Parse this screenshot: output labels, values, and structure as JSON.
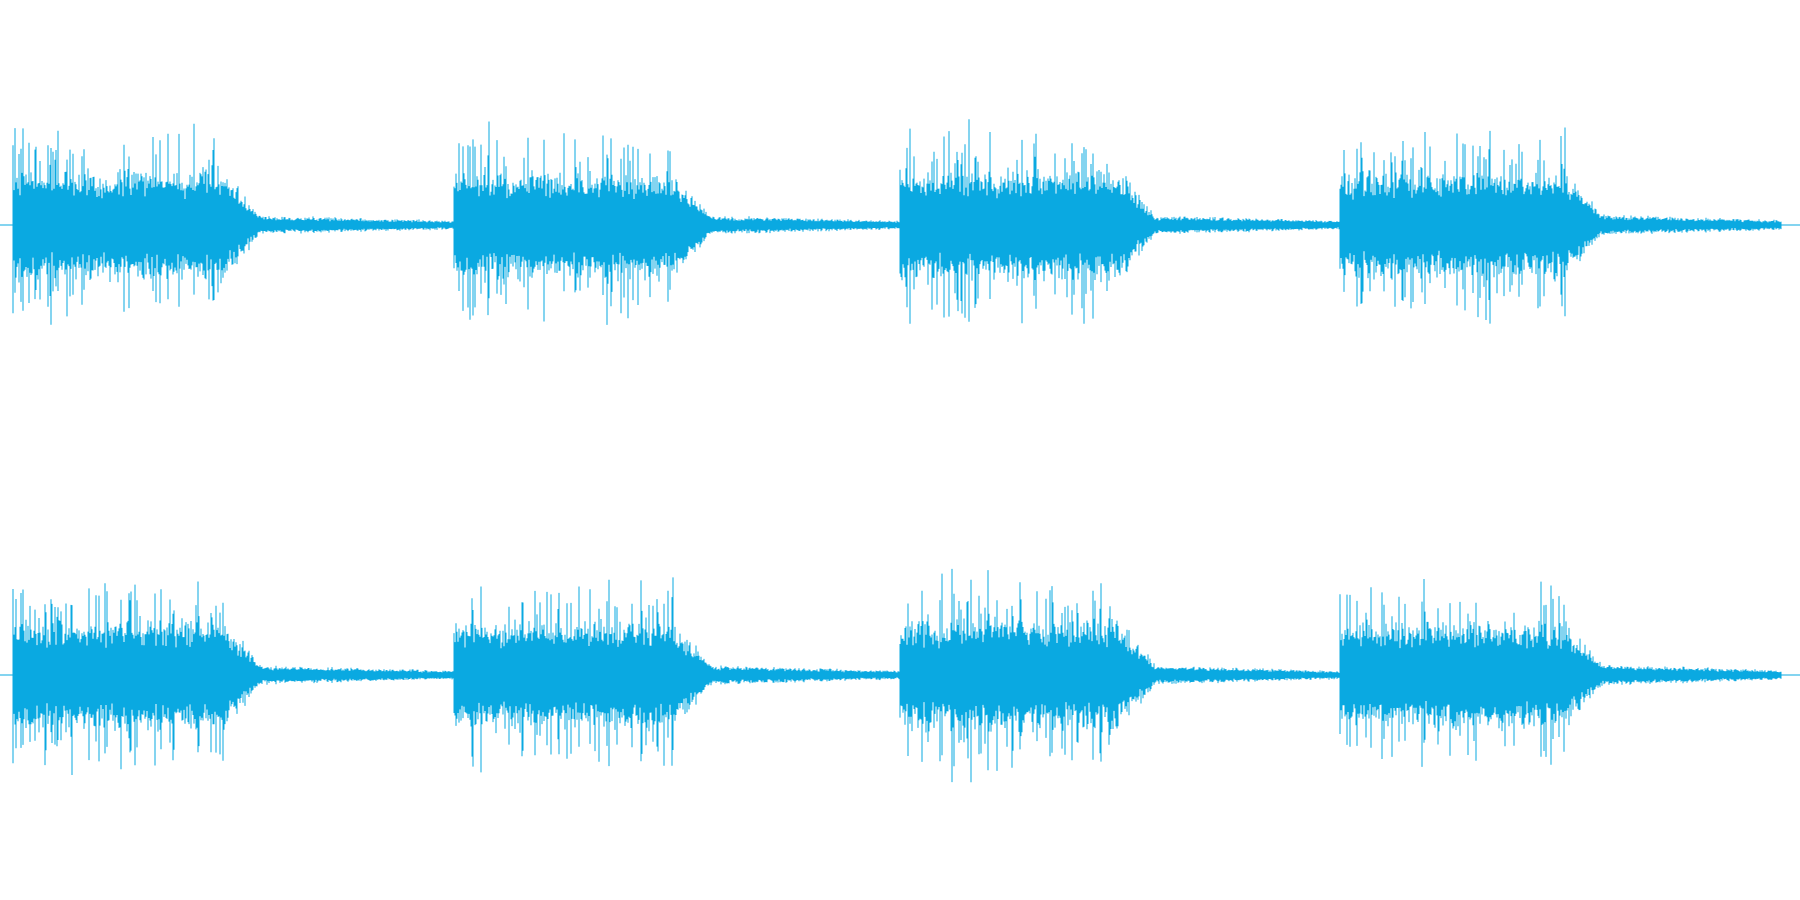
{
  "colors": {
    "background": "#ffffff",
    "waveform": "#0aa9e1",
    "center_line": "#0aa9e1"
  },
  "waveform": {
    "channels": 2,
    "segments": [
      {
        "start": 0.007,
        "loud_end": 0.125,
        "fade_end": 0.145,
        "tail_end": 0.252,
        "peak": 0.95,
        "tail_level": 0.09
      },
      {
        "start": 0.252,
        "loud_end": 0.375,
        "fade_end": 0.395,
        "tail_end": 0.5,
        "peak": 0.93,
        "tail_level": 0.09
      },
      {
        "start": 0.5,
        "loud_end": 0.622,
        "fade_end": 0.642,
        "tail_end": 0.744,
        "peak": 0.96,
        "tail_level": 0.09
      },
      {
        "start": 0.744,
        "loud_end": 0.87,
        "fade_end": 0.89,
        "tail_end": 0.99,
        "peak": 0.92,
        "tail_level": 0.1
      }
    ]
  }
}
